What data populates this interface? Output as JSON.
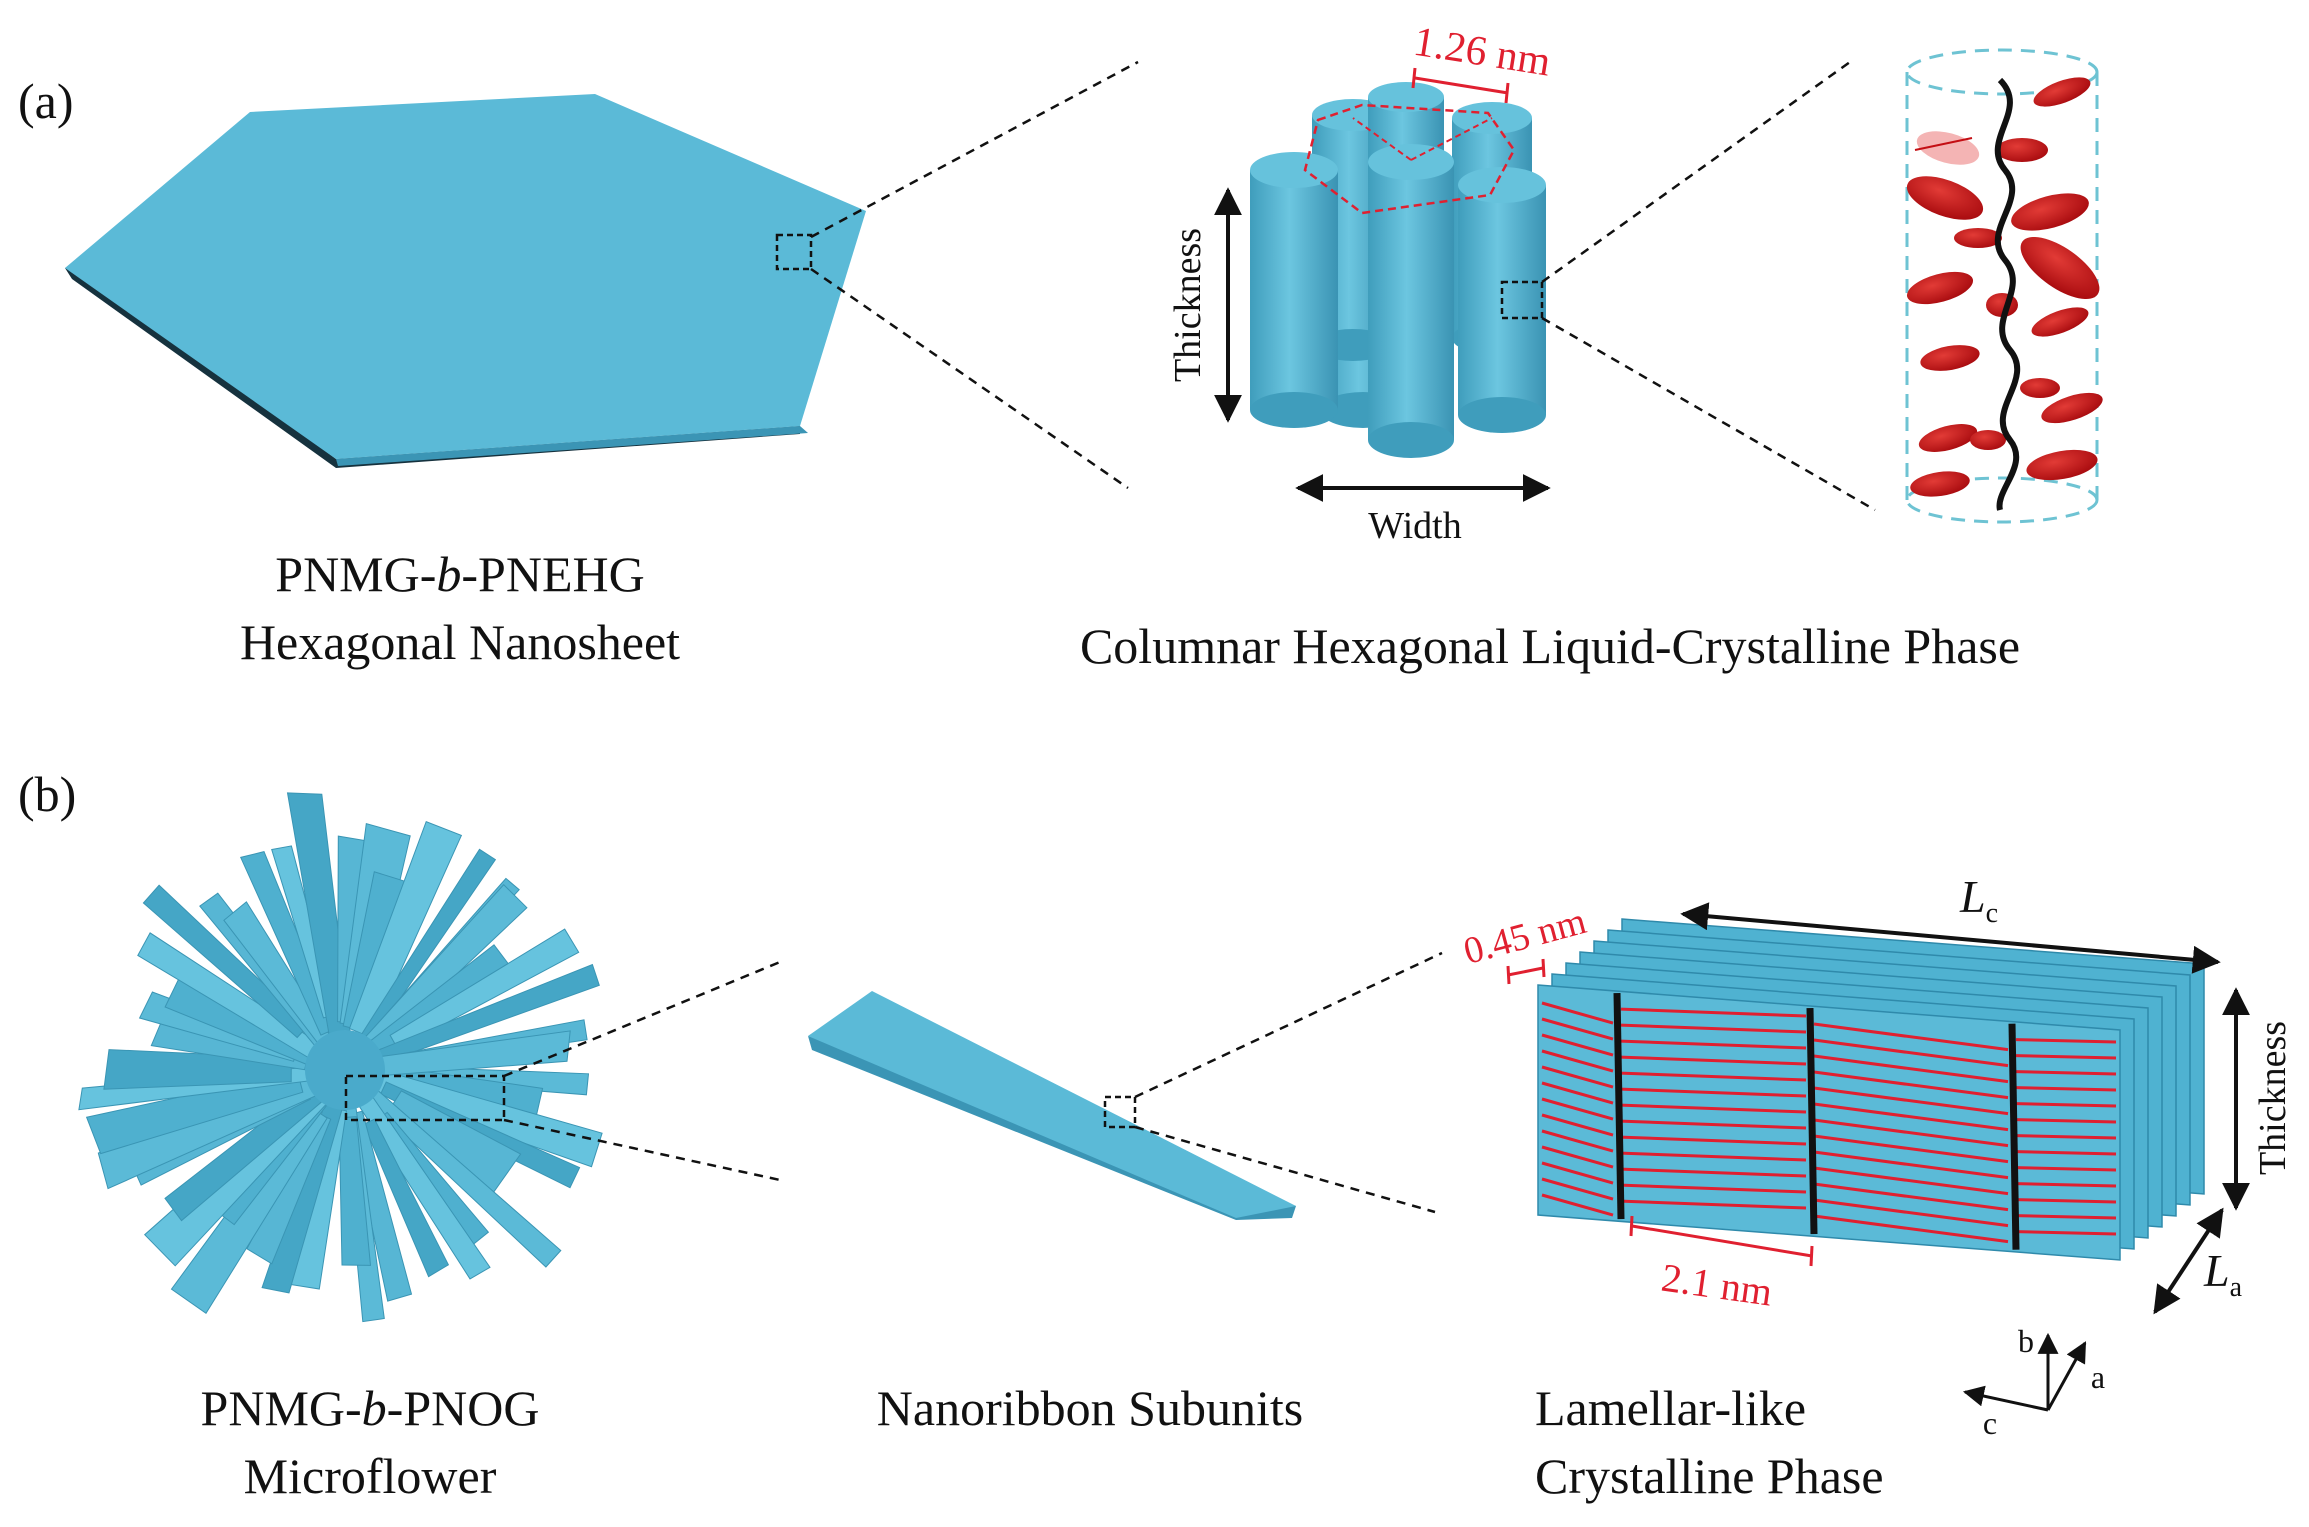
{
  "figure": {
    "colors": {
      "sheet": "#5bbad7",
      "sheet_dark": "#3e9fbf",
      "sheet_edge": "#1d2b33",
      "dimension_red": "#e02030",
      "ellipsoid_red": "#c40f14",
      "frame_teal": "#6ec3d3",
      "line_black": "#111111"
    },
    "panel_a": {
      "label": "(a)",
      "nanosheet_caption": {
        "line1_pre": "PNMG-",
        "line1_italic": "b",
        "line1_post": "-PNEHG",
        "line2": "Hexagonal Nanosheet"
      },
      "phase_caption": "Columnar Hexagonal Liquid-Crystalline Phase",
      "spacing_label": "1.26 nm",
      "thickness_label": "Thickness",
      "width_label": "Width"
    },
    "panel_b": {
      "label": "(b)",
      "microflower_caption": {
        "line1_pre": "PNMG-",
        "line1_italic": "b",
        "line1_post": "-PNOG",
        "line2": "Microflower"
      },
      "ribbon_caption": "Nanoribbon Subunits",
      "phase_caption": {
        "line1": "Lamellar-like",
        "line2": "Crystalline Phase"
      },
      "lc_label": {
        "main": "L",
        "sub": "c"
      },
      "la_label": {
        "main": "L",
        "sub": "a"
      },
      "thickness_label": "Thickness",
      "spacing_label": "0.45 nm",
      "period_label": "2.1 nm",
      "axes": {
        "a": "a",
        "b": "b",
        "c": "c"
      }
    }
  }
}
